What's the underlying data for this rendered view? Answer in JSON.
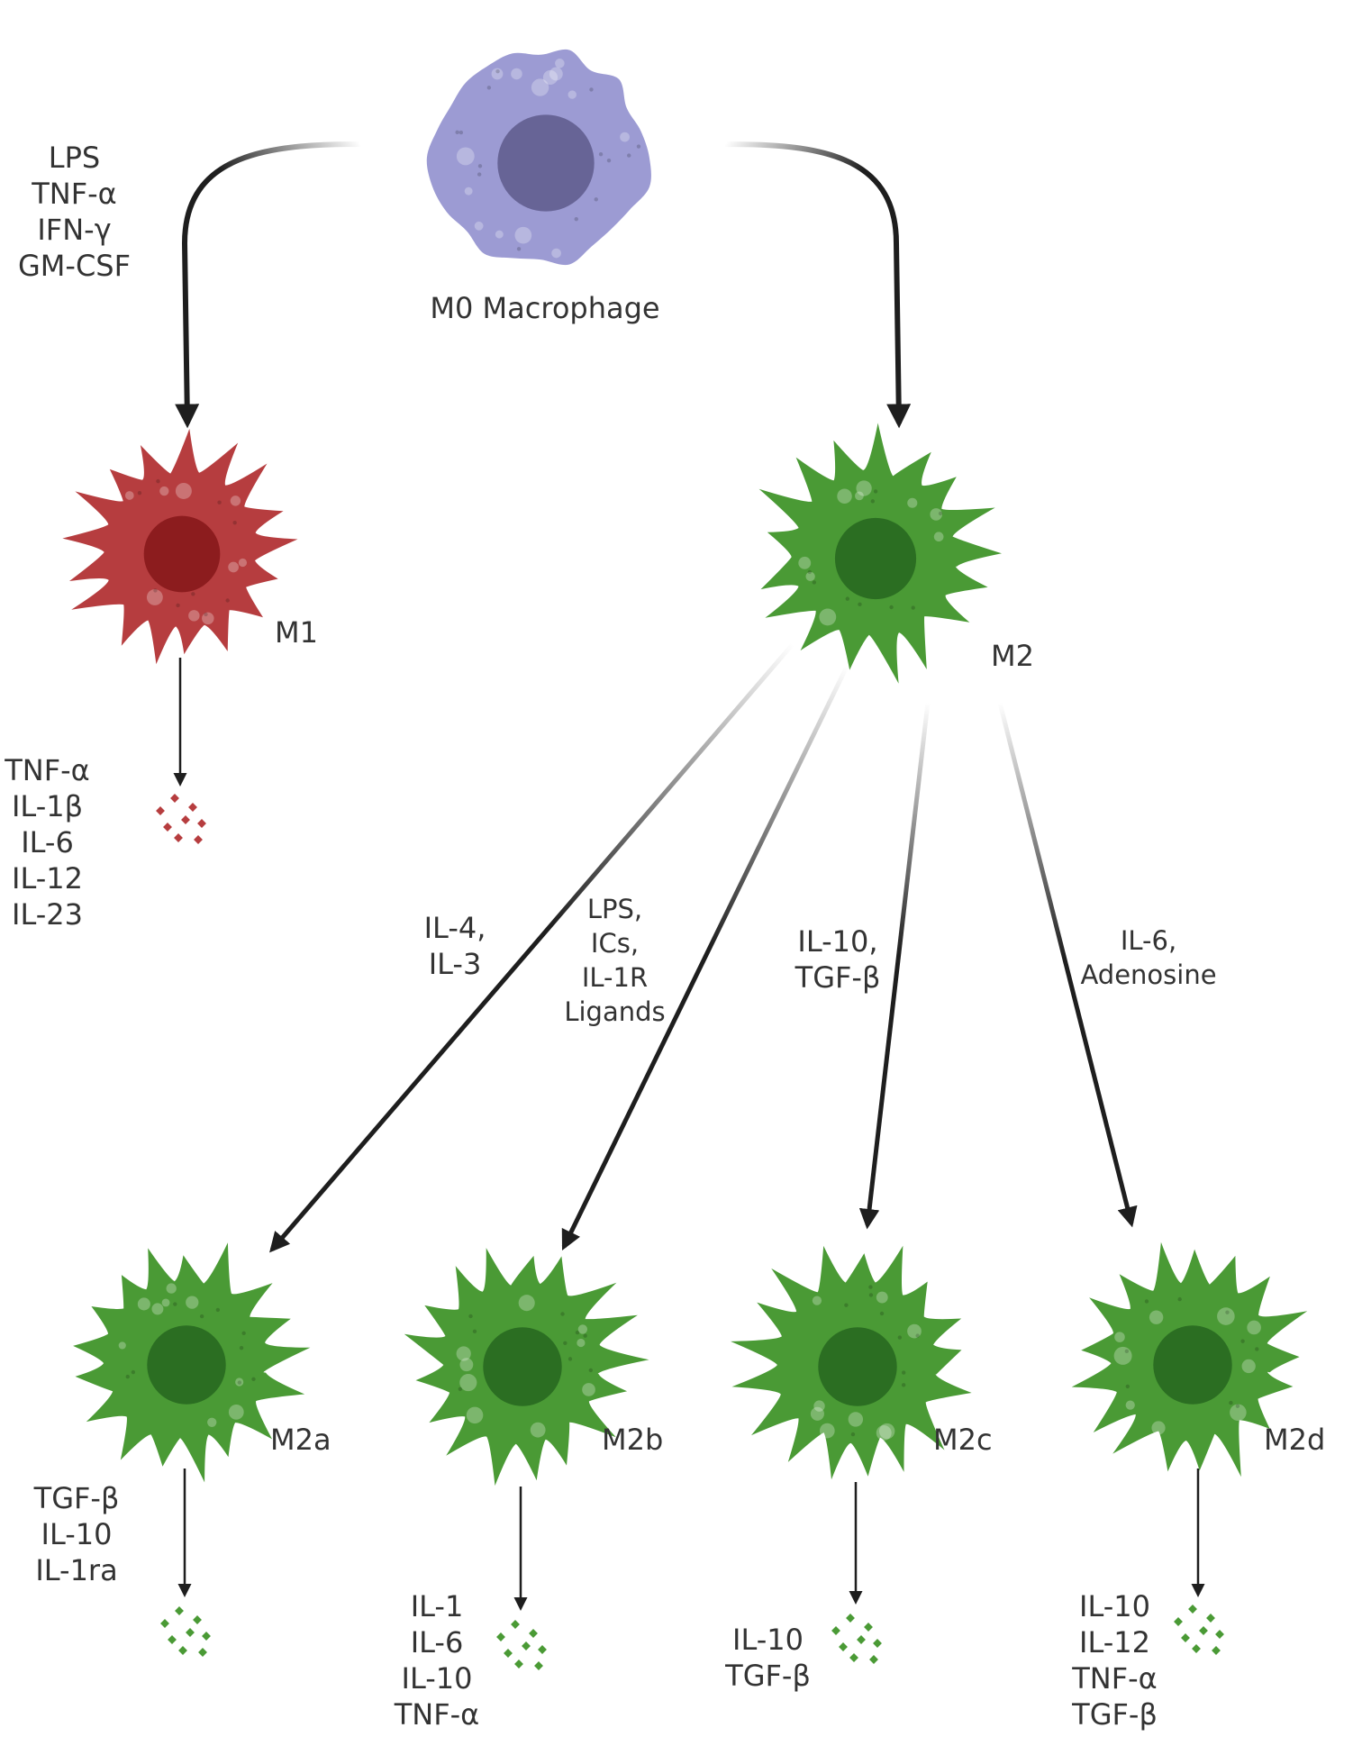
{
  "colors": {
    "m0_body": "#9c9bd3",
    "m0_nucleus": "#676496",
    "m1_body": "#b63d3f",
    "m1_nucleus": "#8c1c1e",
    "m2_body": "#4a9a35",
    "m2_nucleus": "#2b6e22",
    "arrow": "#1e1e1e",
    "text": "#333333"
  },
  "cells": {
    "m0": {
      "label": "M0 Macrophage"
    },
    "m1": {
      "label": "M1"
    },
    "m2": {
      "label": "M2"
    },
    "m2a": {
      "label": "M2a"
    },
    "m2b": {
      "label": "M2b"
    },
    "m2c": {
      "label": "M2c"
    },
    "m2d": {
      "label": "M2d"
    }
  },
  "stimuli": {
    "to_m1": [
      "LPS",
      "TNF-α",
      "IFN-γ",
      "GM-CSF"
    ],
    "to_m2a": [
      "IL-4,",
      "IL-3"
    ],
    "to_m2b": [
      "LPS,",
      "ICs,",
      "IL-1R",
      "Ligands"
    ],
    "to_m2c": [
      "IL-10,",
      "TGF-β"
    ],
    "to_m2d": [
      "IL-6,",
      "Adenosine"
    ]
  },
  "secretions": {
    "m1": [
      "TNF-α",
      "IL-1β",
      "IL-6",
      "IL-12",
      "IL-23"
    ],
    "m2a": [
      "TGF-β",
      "IL-10",
      "IL-1ra"
    ],
    "m2b": [
      "IL-1",
      "IL-6",
      "IL-10",
      "TNF-α"
    ],
    "m2c": [
      "IL-10",
      "TGF-β"
    ],
    "m2d": [
      "IL-10",
      "IL-12",
      "TNF-α",
      "TGF-β"
    ]
  }
}
